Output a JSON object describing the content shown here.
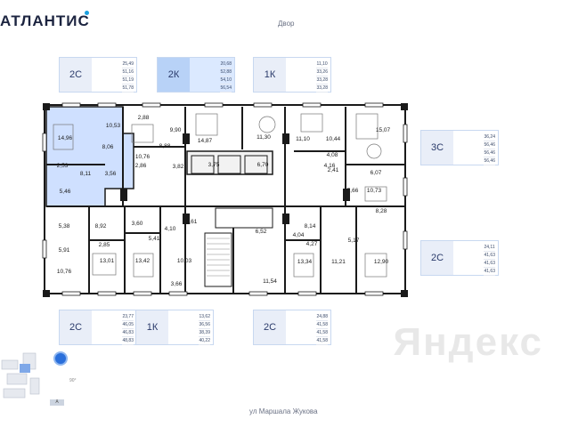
{
  "brand": {
    "name": "АТЛАНТИС"
  },
  "labels": {
    "courtyard": "Двор",
    "street": "ул Маршала Жукова",
    "degree": "90°",
    "marker": "A"
  },
  "cards": [
    {
      "type": "2С",
      "areas": [
        "25,49",
        "51,16",
        "51,19",
        "51,78"
      ]
    },
    {
      "type": "2К",
      "areas": [
        "20,68",
        "52,88",
        "54,10",
        "56,54"
      ]
    },
    {
      "type": "1К",
      "areas": [
        "11,10",
        "33,26",
        "33,28",
        "33,28"
      ]
    },
    {
      "type": "3С",
      "areas": [
        "36,24",
        "56,46",
        "56,46",
        "56,46"
      ]
    },
    {
      "type": "2С",
      "areas": [
        "24,11",
        "41,63",
        "41,63",
        "41,63"
      ]
    },
    {
      "type": "2С",
      "areas": [
        "23,77",
        "46,05",
        "46,83",
        "48,83"
      ]
    },
    {
      "type": "1К",
      "areas": [
        "13,62",
        "36,56",
        "38,39",
        "40,22"
      ]
    },
    {
      "type": "2С",
      "areas": [
        "24,88",
        "41,58",
        "41,58",
        "41,58"
      ]
    }
  ],
  "rooms": [
    "14,96",
    "10,53",
    "8,06",
    "2,53",
    "8,11",
    "3,56",
    "5,46",
    "2,88",
    "9,90",
    "10,76",
    "2,86",
    "8,88",
    "3,82",
    "14,87",
    "3,75",
    "11,30",
    "6,70",
    "11,10",
    "10,44",
    "4,16",
    "4,08",
    "2,41",
    "15,07",
    "6,07",
    "7,66",
    "10,73",
    "8,28",
    "5,38",
    "8,92",
    "2,85",
    "5,91",
    "10,76",
    "13,01",
    "3,60",
    "5,41",
    "4,10",
    "3,61",
    "13,42",
    "10,03",
    "3,66",
    "6,52",
    "8,14",
    "11,54",
    "4,04",
    "4,27",
    "5,17",
    "13,34",
    "11,21",
    "12,90"
  ]
}
